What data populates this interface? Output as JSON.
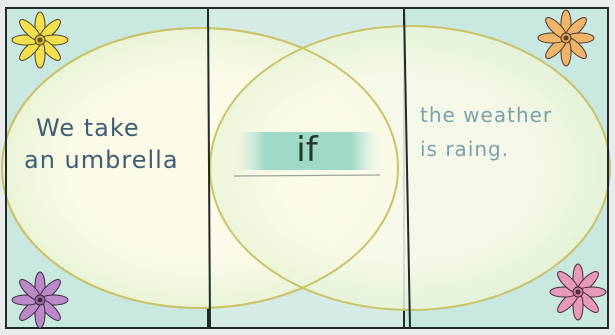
{
  "diagram": {
    "left_text": [
      "We take",
      "an umbrella"
    ],
    "center_text": "if",
    "right_text": [
      "the weather",
      "is raing."
    ]
  },
  "colors": {
    "paper": "#e9ecec",
    "panel_border": "#1f2a2a",
    "circle_outline": "#c9c36a",
    "circle_fill": "#fbfbe6",
    "teal_shading": "#bfe4da",
    "left_text": "#3f5e73",
    "center_text": "#243a26",
    "right_text": "#7ea0ad"
  },
  "flowers": [
    {
      "name": "flower-top-left",
      "petal_color": "#f2e04c",
      "icon": "flower-icon"
    },
    {
      "name": "flower-top-right",
      "petal_color": "#f0b46a",
      "icon": "flower-icon"
    },
    {
      "name": "flower-bottom-left",
      "petal_color": "#b98ac7",
      "icon": "flower-icon"
    },
    {
      "name": "flower-bottom-right",
      "petal_color": "#e59ab9",
      "icon": "flower-icon"
    }
  ]
}
